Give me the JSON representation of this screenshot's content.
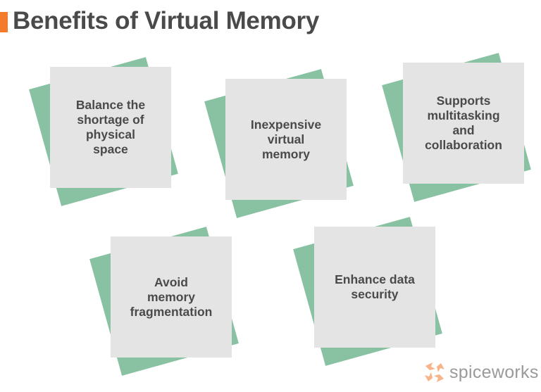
{
  "header": {
    "title": "Benefits of Virtual Memory",
    "accent_color": "#f47b2a"
  },
  "colors": {
    "card_front": "#e4e4e4",
    "card_back": "#88c2a2",
    "text": "#4a4a4a"
  },
  "cards": [
    {
      "lines": [
        "Balance the",
        "shortage of",
        "physical",
        "space"
      ]
    },
    {
      "lines": [
        "Inexpensive",
        "virtual",
        "memory"
      ]
    },
    {
      "lines": [
        "Supports",
        "multitasking",
        "and",
        "collaboration"
      ]
    },
    {
      "lines": [
        "Avoid",
        "memory",
        "fragmentation"
      ]
    },
    {
      "lines": [
        "Enhance data",
        "security"
      ]
    }
  ],
  "footer": {
    "logo_icon": "spiceworks-logo-icon",
    "logo_text": "spiceworks"
  }
}
